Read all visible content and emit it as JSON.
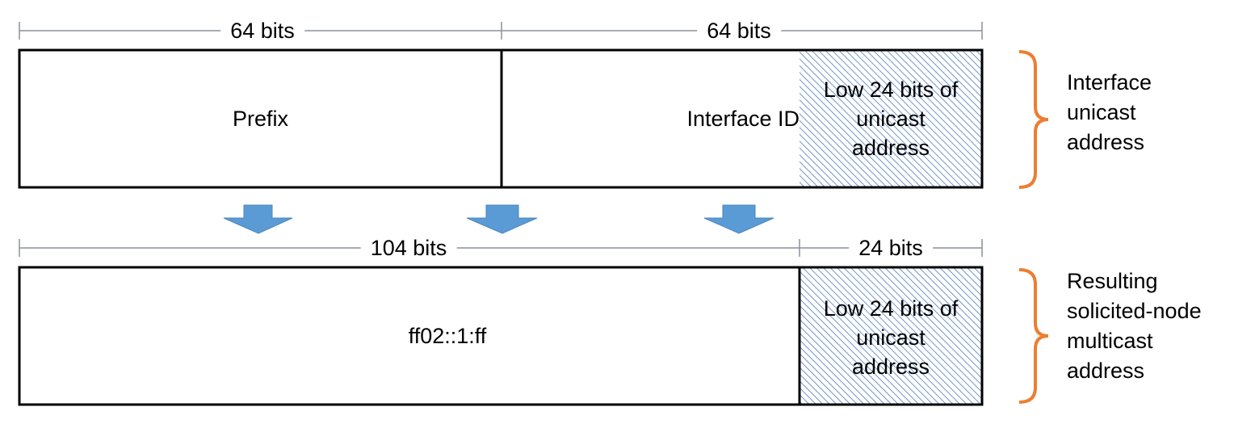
{
  "top": {
    "prefix_width": "64 bits",
    "iid_width": "64 bits",
    "prefix_label": "Prefix",
    "iid_label": "Interface ID",
    "low_bits_lines": [
      "Low 24 bits of",
      "unicast",
      "address"
    ],
    "side_lines": [
      "Interface",
      "unicast",
      "address"
    ]
  },
  "bottom": {
    "fixed_width": "104 bits",
    "low_width": "24 bits",
    "fixed_label": "ff02::1:ff",
    "low_bits_lines": [
      "Low 24 bits of",
      "unicast",
      "address"
    ],
    "side_lines": [
      "Resulting",
      "solicited-node",
      "multicast",
      "address"
    ]
  },
  "colors": {
    "arrow": "#5b9bd5",
    "brace": "#ed7d31",
    "hatch": "#6f96c8",
    "dim_line": "#8a9199"
  }
}
